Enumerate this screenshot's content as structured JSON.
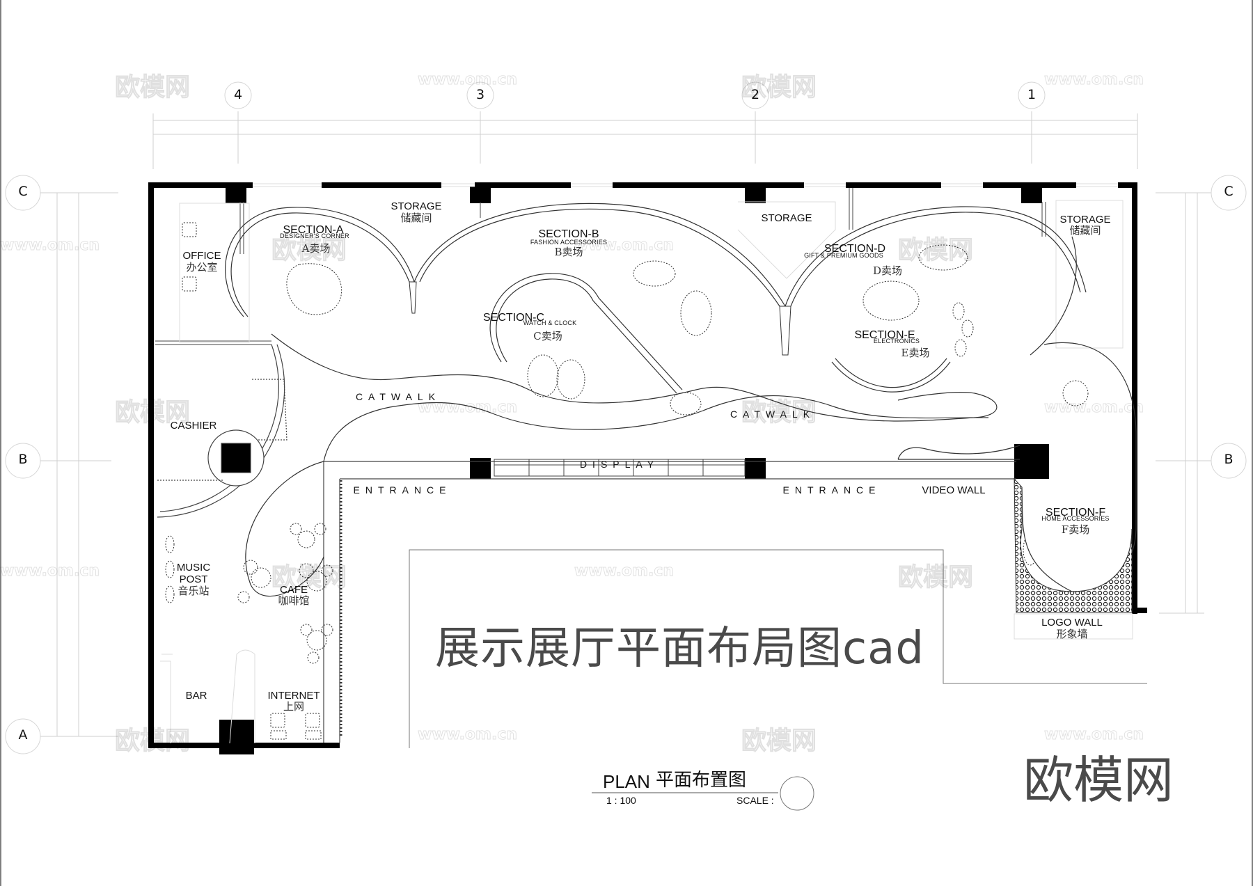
{
  "drawing": {
    "title_cn": "展示展厅平面布局图cad",
    "brand": "欧模网",
    "plan_title_en": "PLAN",
    "plan_title_cn": "平面布置图",
    "scale_ratio": "1 : 100",
    "scale_label": "SCALE :",
    "colors": {
      "wall": "#000000",
      "line": "#333333",
      "dim": "#cccccc",
      "watermark": "#e6e6e6",
      "title": "#4a4a4a"
    }
  },
  "grid": {
    "columns": [
      "4",
      "3",
      "2",
      "1"
    ],
    "rows_left": [
      "C",
      "B",
      "A"
    ],
    "rows_right": [
      "C",
      "B"
    ]
  },
  "rooms": {
    "office": {
      "en": "OFFICE",
      "cn": "办公室"
    },
    "storage_a": {
      "en": "STORAGE",
      "cn": "储藏间"
    },
    "storage_b": {
      "en": "STORAGE"
    },
    "storage_c": {
      "en": "STORAGE",
      "cn": "储藏间"
    },
    "cashier": {
      "en": "CASHIER"
    },
    "music_post": {
      "en1": "MUSIC",
      "en2": "POST",
      "cn": "音乐站"
    },
    "cafe": {
      "en": "CAFE",
      "cn": "咖啡馆"
    },
    "bar": {
      "en": "BAR"
    },
    "internet": {
      "en": "INTERNET",
      "cn": "上网"
    },
    "logo_wall": {
      "en": "LOGO WALL",
      "cn": "形象墙"
    },
    "video_wall": {
      "en": "VIDEO WALL"
    },
    "display": {
      "en": "DISPLAY"
    },
    "entrance_1": {
      "en": "ENTRANCE"
    },
    "entrance_2": {
      "en": "ENTRANCE"
    },
    "catwalk_1": {
      "en": "CATWALK"
    },
    "catwalk_2": {
      "en": "CATWALK"
    }
  },
  "sections": [
    {
      "id": "A",
      "title": "SECTION-A",
      "subtitle": "DESIGNER'S CORNER",
      "cn": "A卖场"
    },
    {
      "id": "B",
      "title": "SECTION-B",
      "subtitle": "FASHION ACCESSORIES",
      "cn": "B卖场"
    },
    {
      "id": "C",
      "title": "SECTION-C",
      "subtitle": "WATCH & CLOCK",
      "cn": "C卖场"
    },
    {
      "id": "D",
      "title": "SECTION-D",
      "subtitle": "GIFT & PREMIUM GOODS",
      "cn": "D卖场"
    },
    {
      "id": "E",
      "title": "SECTION-E",
      "subtitle": "ELECTRONICS",
      "cn": "E卖场"
    },
    {
      "id": "F",
      "title": "SECTION-F",
      "subtitle": "HOME ACCESSORIES",
      "cn": "F卖场"
    }
  ],
  "watermarks": {
    "logo": "欧模网",
    "url": "www.om.cn"
  }
}
